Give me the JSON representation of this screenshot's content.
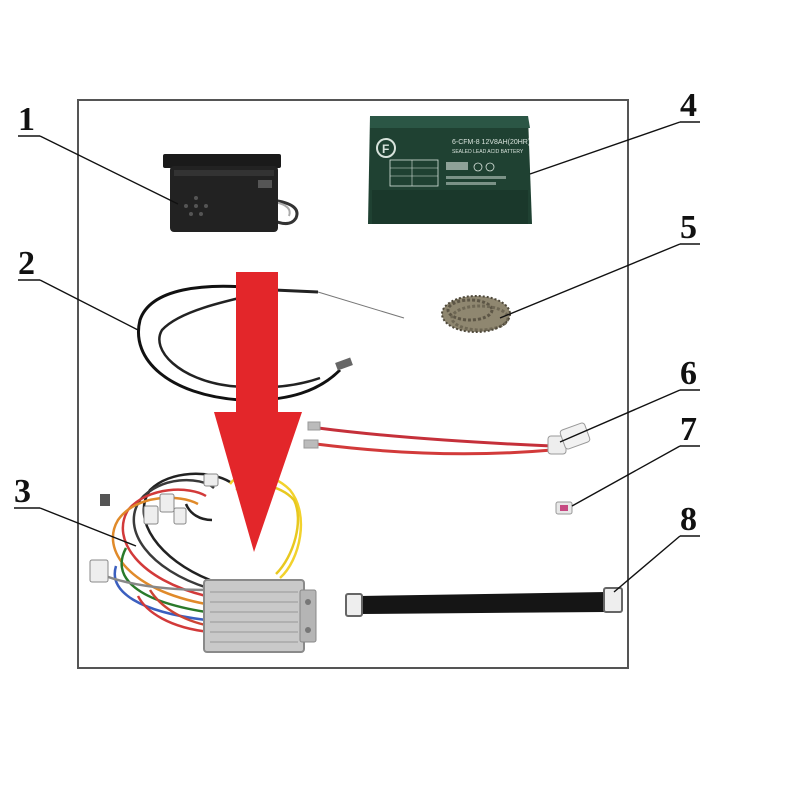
{
  "callouts": [
    {
      "number": "1",
      "part": "charger-port-switch"
    },
    {
      "number": "2",
      "part": "brake-cable"
    },
    {
      "number": "3",
      "part": "controller"
    },
    {
      "number": "4",
      "part": "battery"
    },
    {
      "number": "5",
      "part": "chain"
    },
    {
      "number": "6",
      "part": "wire-harness"
    },
    {
      "number": "7",
      "part": "connector"
    },
    {
      "number": "8",
      "part": "battery-strap"
    }
  ],
  "battery_label": {
    "brand": "F",
    "model": "6-CFM-8 12V8AH(20HR)",
    "subtitle": "SEALED LEAD ACID BATTERY"
  },
  "colors": {
    "arrow": "#e3262a",
    "battery": "#1f4132",
    "frame": "#555555",
    "wire_red": "#d23a3a",
    "wire_yellow": "#f2d22c"
  }
}
